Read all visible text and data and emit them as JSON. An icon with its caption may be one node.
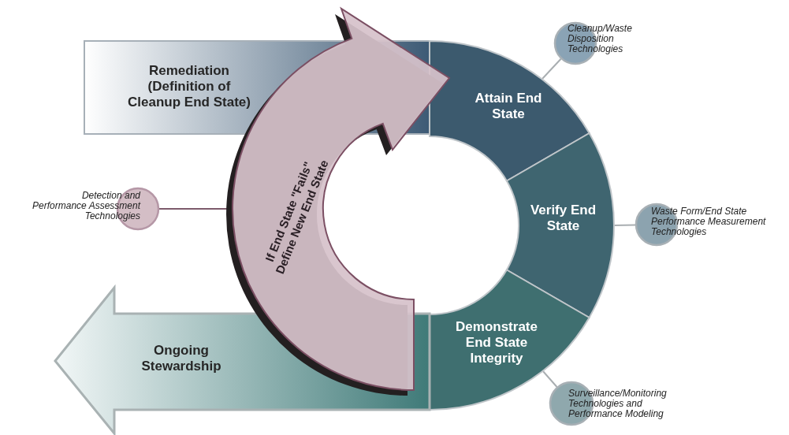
{
  "diagram": {
    "nodes": [
      {
        "text": [
          "Remediation (Definition of Cleanup End State)"
        ]
      },
      {
        "text": [
          "Attain End State"
        ]
      },
      {
        "text": [
          "Verify End State"
        ]
      },
      {
        "text": [
          "Demonstrate End State Integrity"
        ]
      },
      {
        "text": [
          "Ongoing Stewardship"
        ]
      },
      {
        "text": [
          "If End State \"Fails\" Define New End State"
        ]
      },
      {
        "text": [],
        "shape": "circle",
        "beside": [
          "Cleanup/Waste Disposition Technologies"
        ]
      },
      {
        "text": [],
        "shape": "circle",
        "beside": [
          "Detection and Performance Assessment Technologies"
        ]
      },
      {
        "text": [],
        "shape": "circle",
        "beside": [
          "Waste Form/End State Performance Measurement Technologies"
        ]
      },
      {
        "text": [],
        "shape": "circle",
        "beside": [
          "Surveillance/Monitoring Technologies and Performance Modeling"
        ]
      }
    ],
    "edges": [
      {
        "from": 6,
        "to": 1,
        "arrow": "none"
      },
      {
        "from": 7,
        "to": 5,
        "arrow": "none",
        "color": "#7d5a6c"
      },
      {
        "from": 8,
        "to": 2,
        "arrow": "none"
      },
      {
        "from": 9,
        "to": 3,
        "arrow": "none"
      }
    ]
  }
}
